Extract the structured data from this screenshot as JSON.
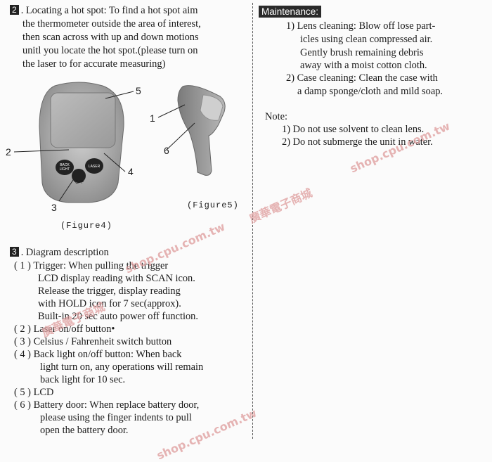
{
  "left": {
    "section2": {
      "number": "2",
      "lines": [
        ". Locating a hot spot: To find a hot spot aim",
        "the thermometer outside the area of interest,",
        "then scan across with up and down motions",
        "unitl you locate the hot spot.(please turn on",
        "the laser to for accurate measuring)"
      ]
    },
    "figure4": {
      "caption": "(Figure4)",
      "callouts": [
        "5",
        "2",
        "4",
        "3"
      ],
      "buttons": {
        "back_light": "BACK\nLIGHT",
        "laser": "LASER",
        "cf": "°C/°F"
      }
    },
    "figure5": {
      "caption": "(Figure5)",
      "callouts": [
        "1",
        "6"
      ]
    },
    "section3": {
      "number": "3",
      "title": ". Diagram description",
      "lines": [
        "( 1 )  Trigger: When pulling the trigger",
        "LCD display reading with SCAN icon.",
        "Release the trigger, display reading",
        "with HOLD icon for 7 sec(approx).",
        "Built-in 20 sec auto power off function.",
        "( 2 )  Laser on/off button•",
        "( 3 )  Celsius / Fahrenheit switch button",
        "( 4 )  Back light on/off button:   When back",
        "light turn on, any operations will remain",
        "back light for 10 sec.",
        "( 5 )  LCD",
        "( 6 )  Battery door: When replace battery door,",
        "please using the finger indents to pull",
        "open the battery door."
      ]
    }
  },
  "right": {
    "maintenance": {
      "heading": "Maintenance:",
      "lines": [
        "1) Lens cleaning: Blow off lose part-",
        "icles using clean compressed air.",
        "Gently brush remaining debris",
        "away with a moist cotton cloth.",
        "2) Case cleaning: Clean the case with",
        "a damp sponge/cloth and mild soap."
      ]
    },
    "note": {
      "heading": "Note:",
      "lines": [
        "1) Do not use solvent to clean lens.",
        "2) Do not submerge the unit in water."
      ]
    }
  },
  "watermarks": [
    "shop.cpu.com.tw",
    "廣華電子商城",
    "shop.cpu.com.tw",
    "廣華電子商城",
    "shop.cpu.com.tw"
  ]
}
